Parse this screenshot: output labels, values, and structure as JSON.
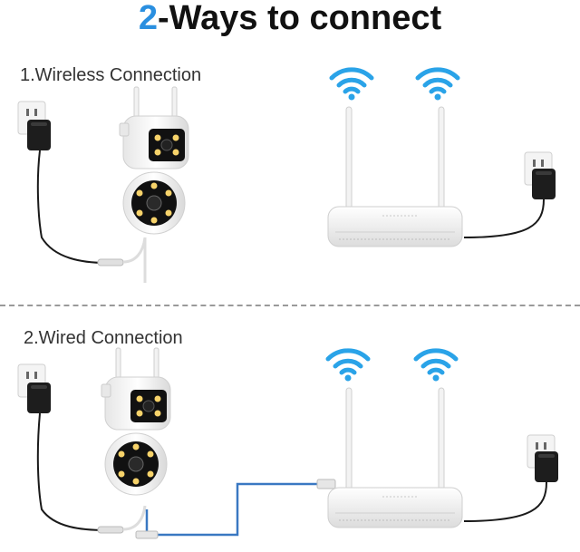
{
  "title": {
    "highlight": "2",
    "rest": "-Ways to connect"
  },
  "sections": [
    {
      "label": "1.Wireless Connection"
    },
    {
      "label": "2.Wired Connection"
    }
  ],
  "colors": {
    "accent": "#2a8fe0",
    "wifi": "#2aa3e8",
    "ethernet": "#3a78c2",
    "cable": "#1a1a1a"
  },
  "icons": [
    "wall-outlet-icon",
    "power-adapter-icon",
    "security-camera-icon",
    "router-icon",
    "wifi-icon",
    "ethernet-cable-icon"
  ]
}
